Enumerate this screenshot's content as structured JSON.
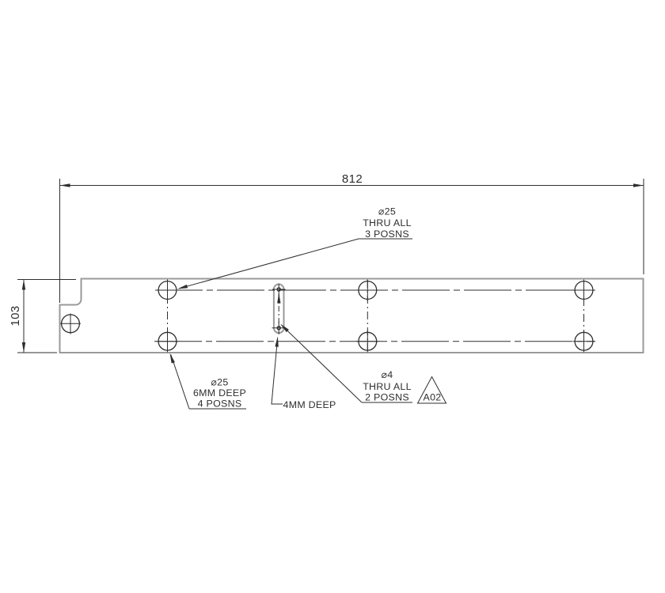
{
  "drawing": {
    "background": "#ffffff",
    "edge_color": "#9a9a9a",
    "annotation_color": "#2e2e2e",
    "dimensions": {
      "overall_width": "812",
      "overall_height": "103"
    },
    "callouts": {
      "top": {
        "l1": "⌀25",
        "l2": "THRU ALL",
        "l3": "3 POSNS"
      },
      "bottom_left": {
        "l1": "⌀25",
        "l2": "6MM DEEP",
        "l3": "4 POSNS"
      },
      "bottom_right": {
        "l1": "⌀4",
        "l2": "THRU ALL",
        "l3": "2 POSNS"
      },
      "slot_depth": "4MM DEEP",
      "revision_flag": "A02"
    }
  }
}
